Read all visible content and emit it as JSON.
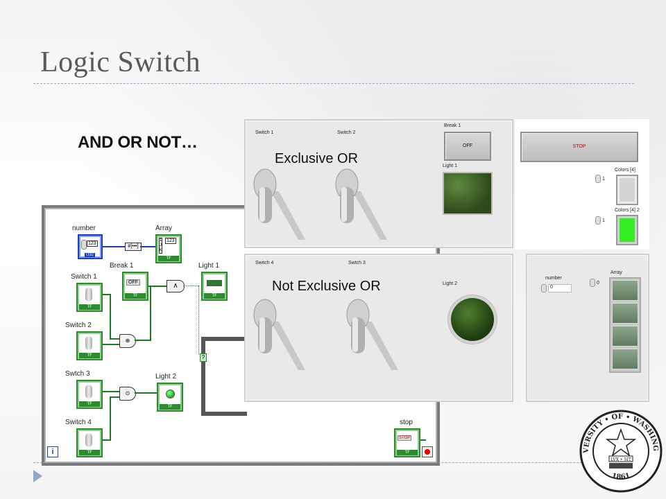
{
  "slide": {
    "title": "Logic Switch",
    "subtitle": "AND OR NOT…"
  },
  "diagram": {
    "number_label": "number",
    "number_value": "123",
    "number_type": "U32",
    "array_label": "Array",
    "array_value": "123",
    "break1_label": "Break 1",
    "break1_value": "OFF",
    "light1_label": "Light 1",
    "switch1_label": "Switch 1",
    "switch2_label": "Switch 2",
    "switch3_label": "Swtch 3",
    "switch4_label": "Switch 4",
    "light2_label": "Light 2",
    "stop_label": "stop",
    "stop_value": "STOP",
    "tf": "TF",
    "loop_index": "i",
    "and_symbol": "∧",
    "case_selector": "?"
  },
  "panel_xor": {
    "switch1_label": "Switch 1",
    "switch2_label": "Switch 2",
    "caption": "Exclusive OR",
    "break1_label": "Break 1",
    "break1_button": "OFF",
    "light1_label": "Light 1"
  },
  "panel_stop": {
    "stop_button": "STOP",
    "colors4_label": "Colors [4]",
    "colors4_index": "1",
    "colors42_label": "Colors [4] 2",
    "colors42_index": "1"
  },
  "panel_xnor": {
    "switch4_label": "Switch 4",
    "switch3_label": "Swtch 3",
    "caption": "Not Exclusive OR",
    "light2_label": "Light 2"
  },
  "panel_array": {
    "number_label": "number",
    "number_value": "0",
    "array_label": "Array",
    "array_index": "0"
  },
  "seal": {
    "text_top": "UNIVERSITY • OF • WASHINGTON",
    "motto": "LVX • SIT",
    "year": "1861"
  },
  "colors": {
    "wire_green": "#1e7a1e",
    "wire_blue": "#1c3fb8",
    "led_on": "#33cc33",
    "rule": "#8fa8c8",
    "title": "#595959"
  }
}
